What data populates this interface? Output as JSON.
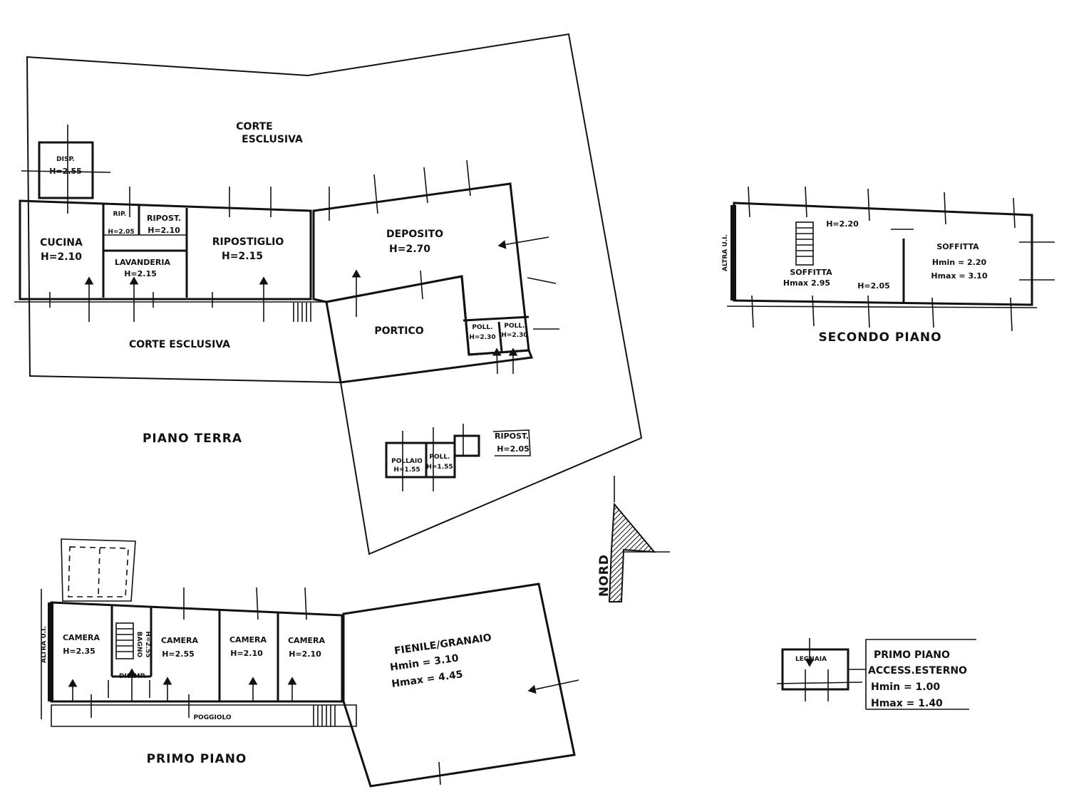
{
  "ground_floor": {
    "title": "PIANO TERRA",
    "corte_top_1": "CORTE",
    "corte_top_2": "ESCLUSIVA",
    "corte_bottom": "CORTE ESCLUSIVA",
    "disp_name": "DISP.",
    "disp_h": "H=2.55",
    "cucina_name": "CUCINA",
    "cucina_h": "H=2.10",
    "rip_name": "RIP.",
    "rip_h": "H=2.05",
    "ripost_name": "RIPOST.",
    "ripost_h": "H=2.10",
    "lavanderia_name": "LAVANDERIA",
    "lavanderia_h": "H=2.15",
    "ripostiglio_name": "RIPOSTIGLIO",
    "ripostiglio_h": "H=2.15",
    "deposito_name": "DEPOSITO",
    "deposito_h": "H=2.70",
    "portico_name": "PORTICO",
    "poll1_name": "POLL.",
    "poll1_h": "H=2.30",
    "poll2_name": "POLL.",
    "poll2_h": "H=2.30",
    "pollaio_name": "POLLAIO",
    "pollaio_h": "H=1.55",
    "poll3_name": "POLL.",
    "poll3_h": "H=1.55",
    "ripost2_name": "RIPOST.",
    "ripost2_h": "H=2.05"
  },
  "first_floor": {
    "title": "PRIMO PIANO",
    "altra_ui": "ALTRA U.I.",
    "camera1_name": "CAMERA",
    "camera1_h": "H=2.35",
    "bagno_name": "BAGNO",
    "bagno_h": "H=2.55",
    "disimp_name": "DISIMP.",
    "camera2_name": "CAMERA",
    "camera2_h": "H=2.55",
    "camera3_name": "CAMERA",
    "camera3_h": "H=2.10",
    "camera4_name": "CAMERA",
    "camera4_h": "H=2.10",
    "poggiolo": "POGGIOLO",
    "fienile_name": "FIENILE/GRANAIO",
    "fienile_hmin": "Hmin = 3.10",
    "fienile_hmax": "Hmax = 4.45"
  },
  "second_floor": {
    "title": "SECONDO PIANO",
    "altra_ui": "ALTRA U.I.",
    "h_220": "H=2.20",
    "h_205": "H=2.05",
    "soffitta1_name": "SOFFITTA",
    "soffitta1_hmax": "Hmax 2.95",
    "soffitta2_name": "SOFFITTA",
    "soffitta2_hmin": "Hmin = 2.20",
    "soffitta2_hmax": "Hmax = 3.10"
  },
  "legnaia": {
    "name": "LEGNAIA",
    "note_1": "PRIMO PIANO",
    "note_2": "ACCESS.ESTERNO",
    "note_3": "Hmin = 1.00",
    "note_4": "Hmax = 1.40"
  },
  "compass": {
    "label": "NORD",
    "icon": "north-arrow-icon"
  }
}
